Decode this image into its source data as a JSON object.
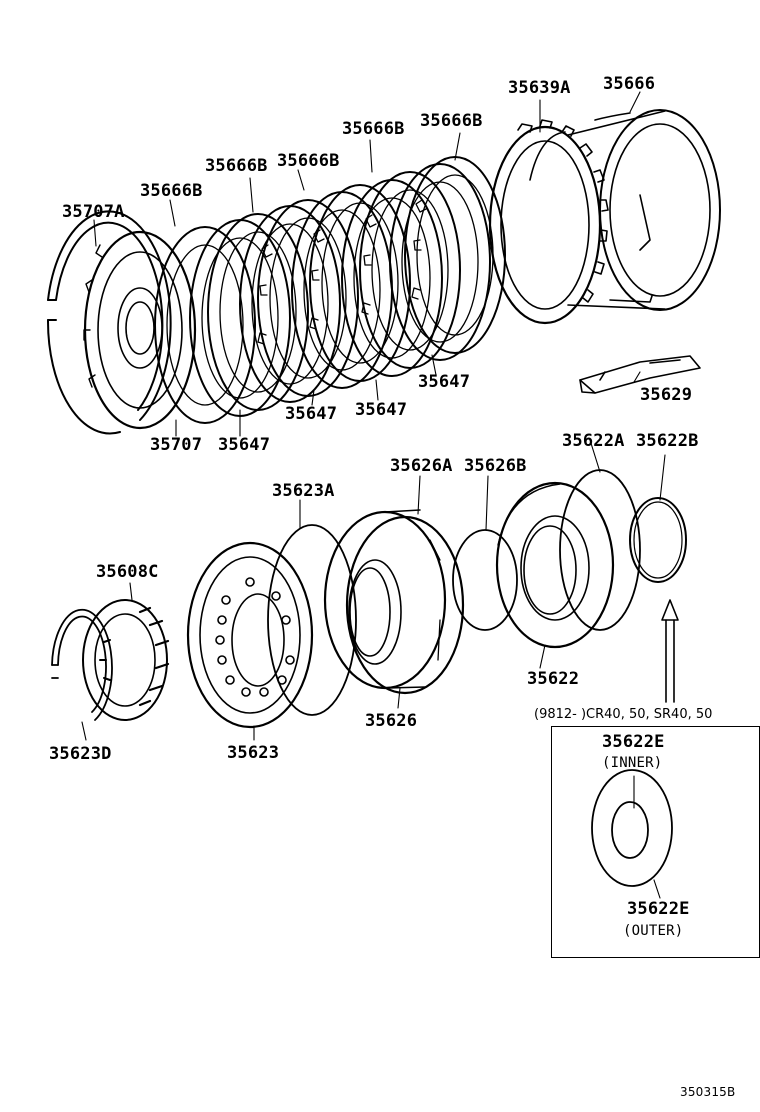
{
  "diagram": {
    "labels": {
      "p35666": "35666",
      "p35639A": "35639A",
      "p35666B_a": "35666B",
      "p35666B_b": "35666B",
      "p35666B_c": "35666B",
      "p35666B_d": "35666B",
      "p35666B_e": "35666B",
      "p35707A": "35707A",
      "p35647_a": "35647",
      "p35647_b": "35647",
      "p35647_c": "35647",
      "p35647_d": "35647",
      "p35707": "35707",
      "p35629": "35629",
      "p35622A": "35622A",
      "p35622B": "35622B",
      "p35626A": "35626A",
      "p35626B": "35626B",
      "p35623A": "35623A",
      "p35608C": "35608C",
      "p35622": "35622",
      "p35626": "35626",
      "p35623": "35623",
      "p35623D": "35623D"
    },
    "inset": {
      "range_note": "(9812-      )CR40, 50, SR40, 50",
      "part_inner": "35622E",
      "caption_inner": "(INNER)",
      "part_outer": "35622E",
      "caption_outer": "(OUTER)"
    },
    "figure_id": "350315B"
  }
}
